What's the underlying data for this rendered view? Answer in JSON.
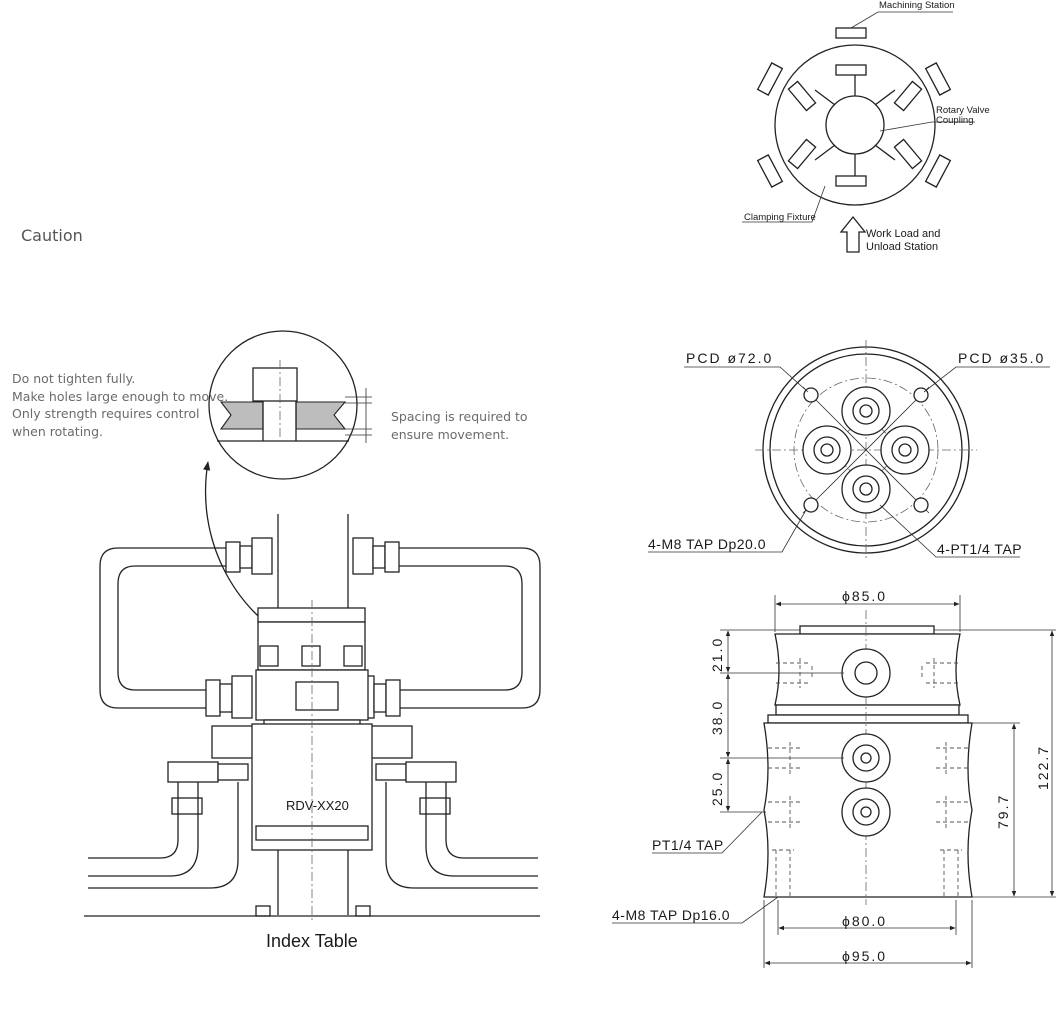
{
  "caution": "Caution",
  "station_diagram": {
    "machining_station": "Machining Station",
    "rotary_valve_line1": "Rotary Valve",
    "rotary_valve_line2": "Coupling",
    "clamping_fixture": "Clamping Fixture",
    "work_load_line1": "Work Load and",
    "work_load_line2": "Unload Station"
  },
  "install_notes": {
    "left_line1": "Do not tighten fully.",
    "left_line2": "Make holes large enough to move.",
    "left_line3": "Only strength requires control",
    "left_line4": "when rotating.",
    "right_line1": "Spacing is required to",
    "right_line2": "ensure movement."
  },
  "assembly": {
    "model_label": "RDV-XX20",
    "caption": "Index Table"
  },
  "top_view": {
    "pcd_outer": "PCD ø72.0",
    "pcd_inner": "PCD ø35.0",
    "mount_tap": "4-M8 TAP Dp20.0",
    "port_tap": "4-PT1/4 TAP"
  },
  "side_view": {
    "dia_top": "ϕ85.0",
    "dia_base_inner": "ϕ80.0",
    "dia_base_outer": "ϕ95.0",
    "dim_21": "21.0",
    "dim_38": "38.0",
    "dim_25": "25.0",
    "dim_79": "79.7",
    "dim_122": "122.7",
    "pt_tap": "PT1/4 TAP",
    "bottom_tap": "4-M8 TAP Dp16.0"
  }
}
